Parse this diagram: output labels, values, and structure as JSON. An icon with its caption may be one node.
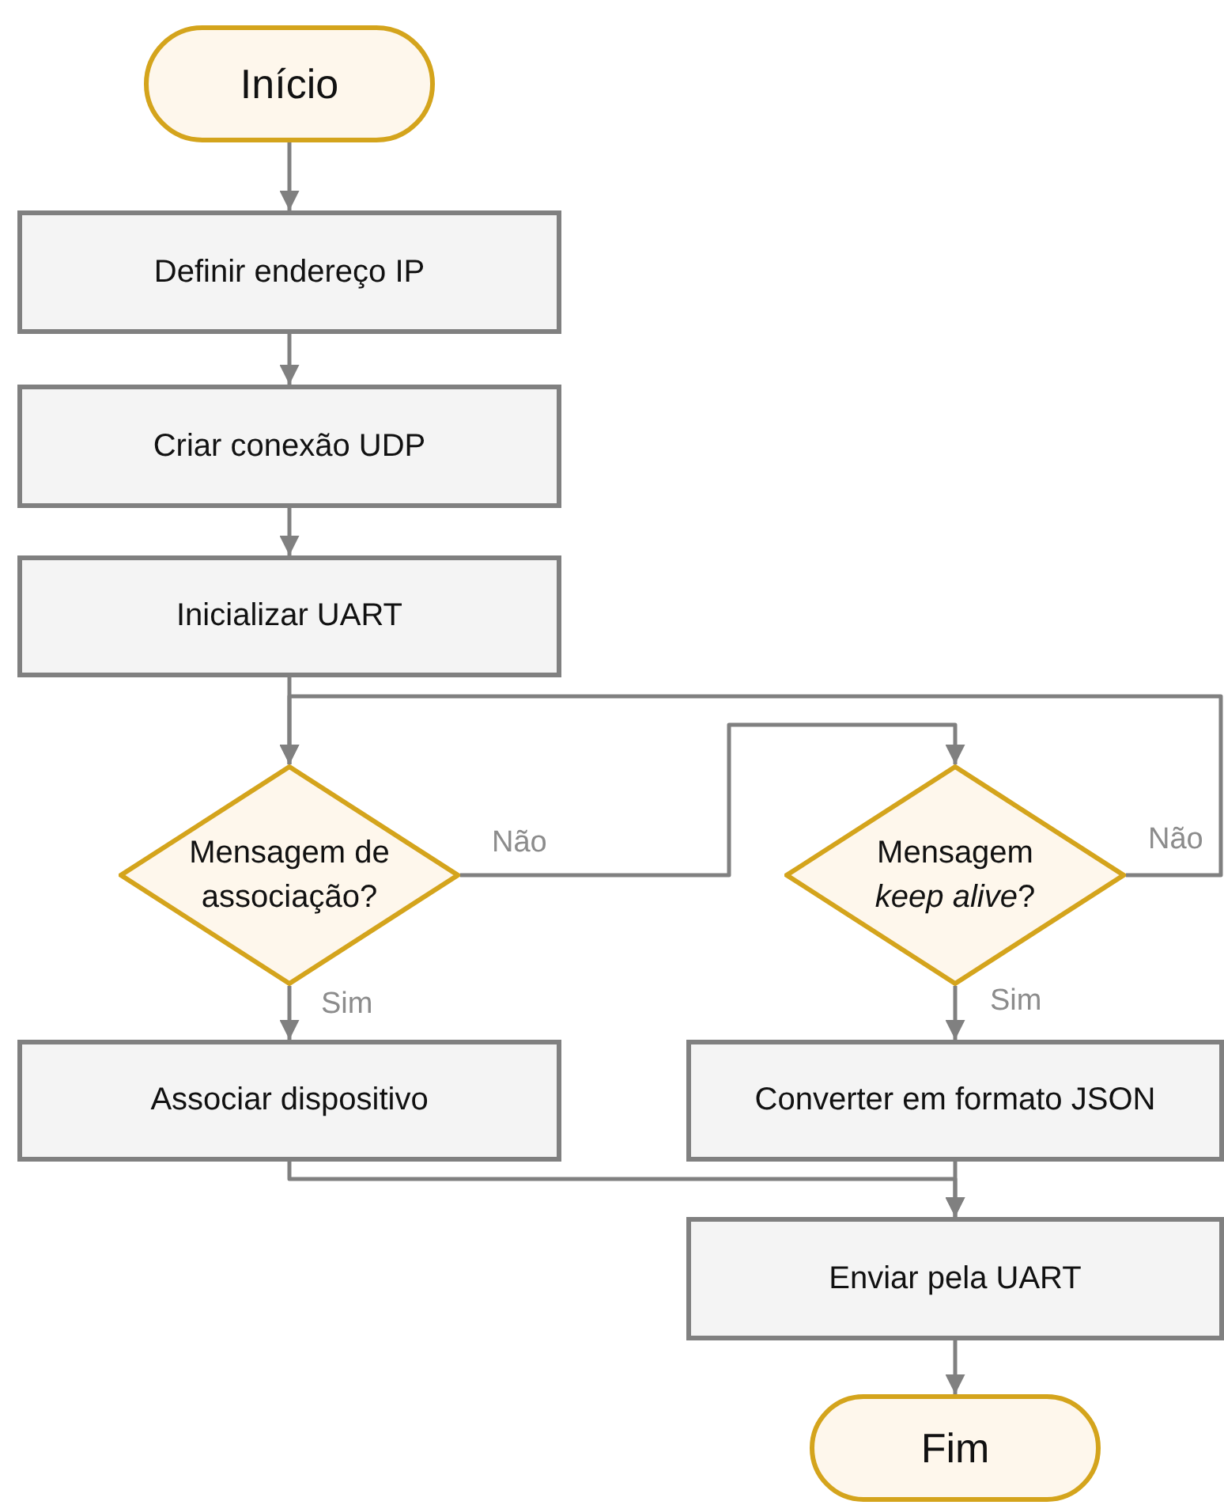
{
  "diagram": {
    "nodes": [
      {
        "text": [
          "Início"
        ]
      },
      {
        "text": [
          "Definir endereço IP"
        ]
      },
      {
        "text": [
          "Criar conexão UDP"
        ]
      },
      {
        "text": [
          "Inicializar UART"
        ]
      },
      {
        "text": [
          "Mensagem de associação?"
        ]
      },
      {
        "text": [
          "Associar dispositivo"
        ]
      },
      {
        "text": [
          "Mensagem *keep alive*?"
        ]
      },
      {
        "text": [
          "Converter em formato JSON"
        ]
      },
      {
        "text": [
          "Enviar pela UART"
        ]
      },
      {
        "text": [
          "Fim"
        ]
      }
    ],
    "edges": [
      {
        "from": 0,
        "to": 1,
        "arrow": "to"
      },
      {
        "from": 1,
        "to": 2,
        "arrow": "to"
      },
      {
        "from": 2,
        "to": 3,
        "arrow": "to"
      },
      {
        "from": 3,
        "to": 4,
        "arrow": "to"
      },
      {
        "from": 4,
        "to": 5,
        "arrow": "to",
        "label": "Sim"
      },
      {
        "from": 4,
        "to": 6,
        "arrow": "to",
        "label": "Não"
      },
      {
        "from": 6,
        "to": 7,
        "arrow": "to",
        "label": "Sim"
      },
      {
        "from": 6,
        "to": 4,
        "arrow": "to",
        "label": "Não"
      },
      {
        "from": 5,
        "to": 8,
        "arrow": "to"
      },
      {
        "from": 7,
        "to": 8,
        "arrow": "to"
      },
      {
        "from": 8,
        "to": 9,
        "arrow": "to"
      }
    ]
  }
}
